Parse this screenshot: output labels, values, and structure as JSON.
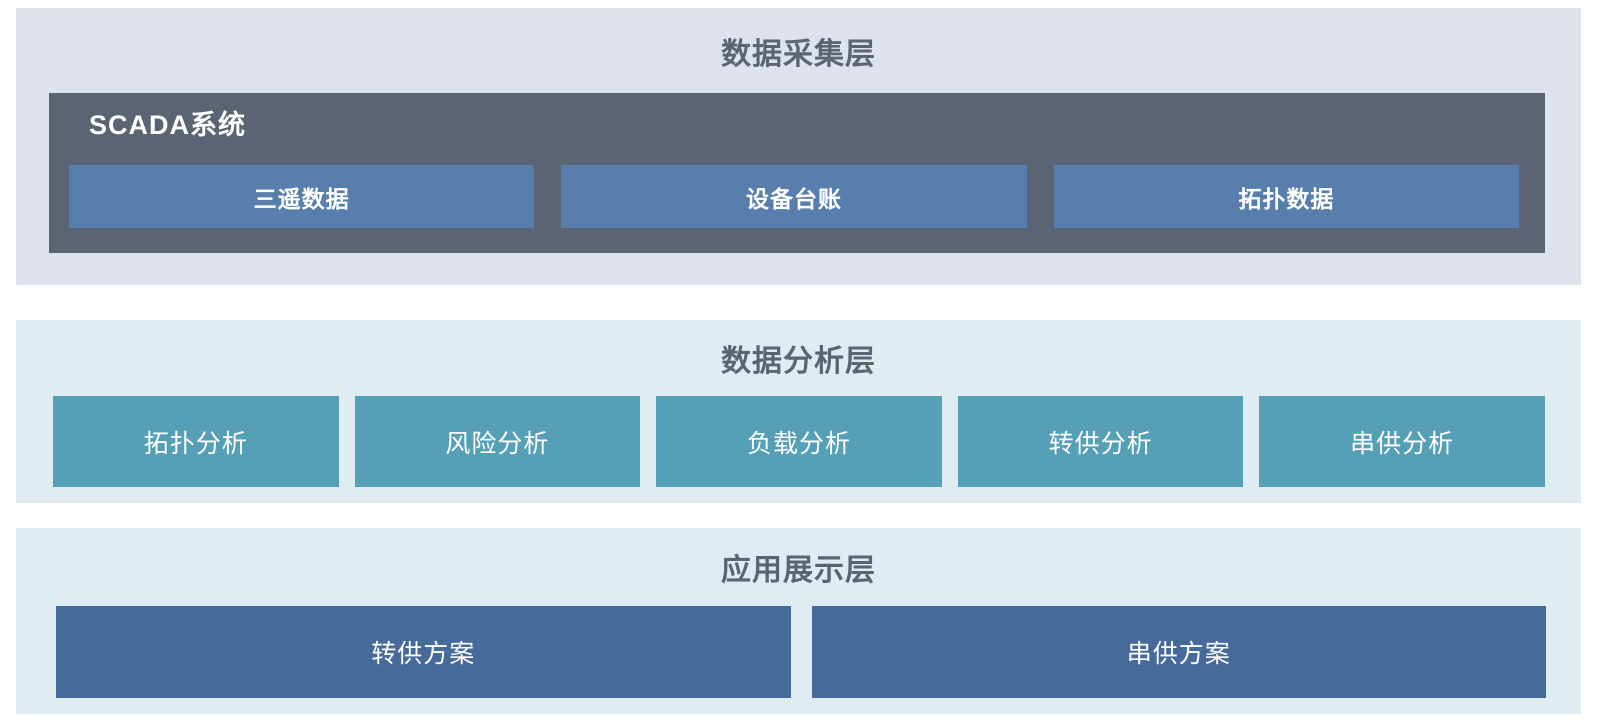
{
  "layers": {
    "collection": {
      "title": "数据采集层",
      "scada": {
        "title": "SCADA系统",
        "boxes": [
          {
            "label": "三遥数据"
          },
          {
            "label": "设备台账"
          },
          {
            "label": "拓扑数据"
          }
        ]
      }
    },
    "analysis": {
      "title": "数据分析层",
      "boxes": [
        {
          "label": "拓扑分析"
        },
        {
          "label": "风险分析"
        },
        {
          "label": "负载分析"
        },
        {
          "label": "转供分析"
        },
        {
          "label": "串供分析"
        }
      ]
    },
    "application": {
      "title": "应用展示层",
      "boxes": [
        {
          "label": "转供方案"
        },
        {
          "label": "串供方案"
        }
      ]
    }
  },
  "colors": {
    "collection_layer_bg": "#dee2ec",
    "analysis_layer_bg": "#dfecf2",
    "application_layer_bg": "#dfecf2",
    "scada_group_bg": "#5b6472",
    "collection_box_bg": "#587ead",
    "analysis_box_bg": "#55a0b6",
    "application_box_bg": "#466a9a",
    "layer_title_text": "#5a6472",
    "box_text": "#ffffff"
  }
}
